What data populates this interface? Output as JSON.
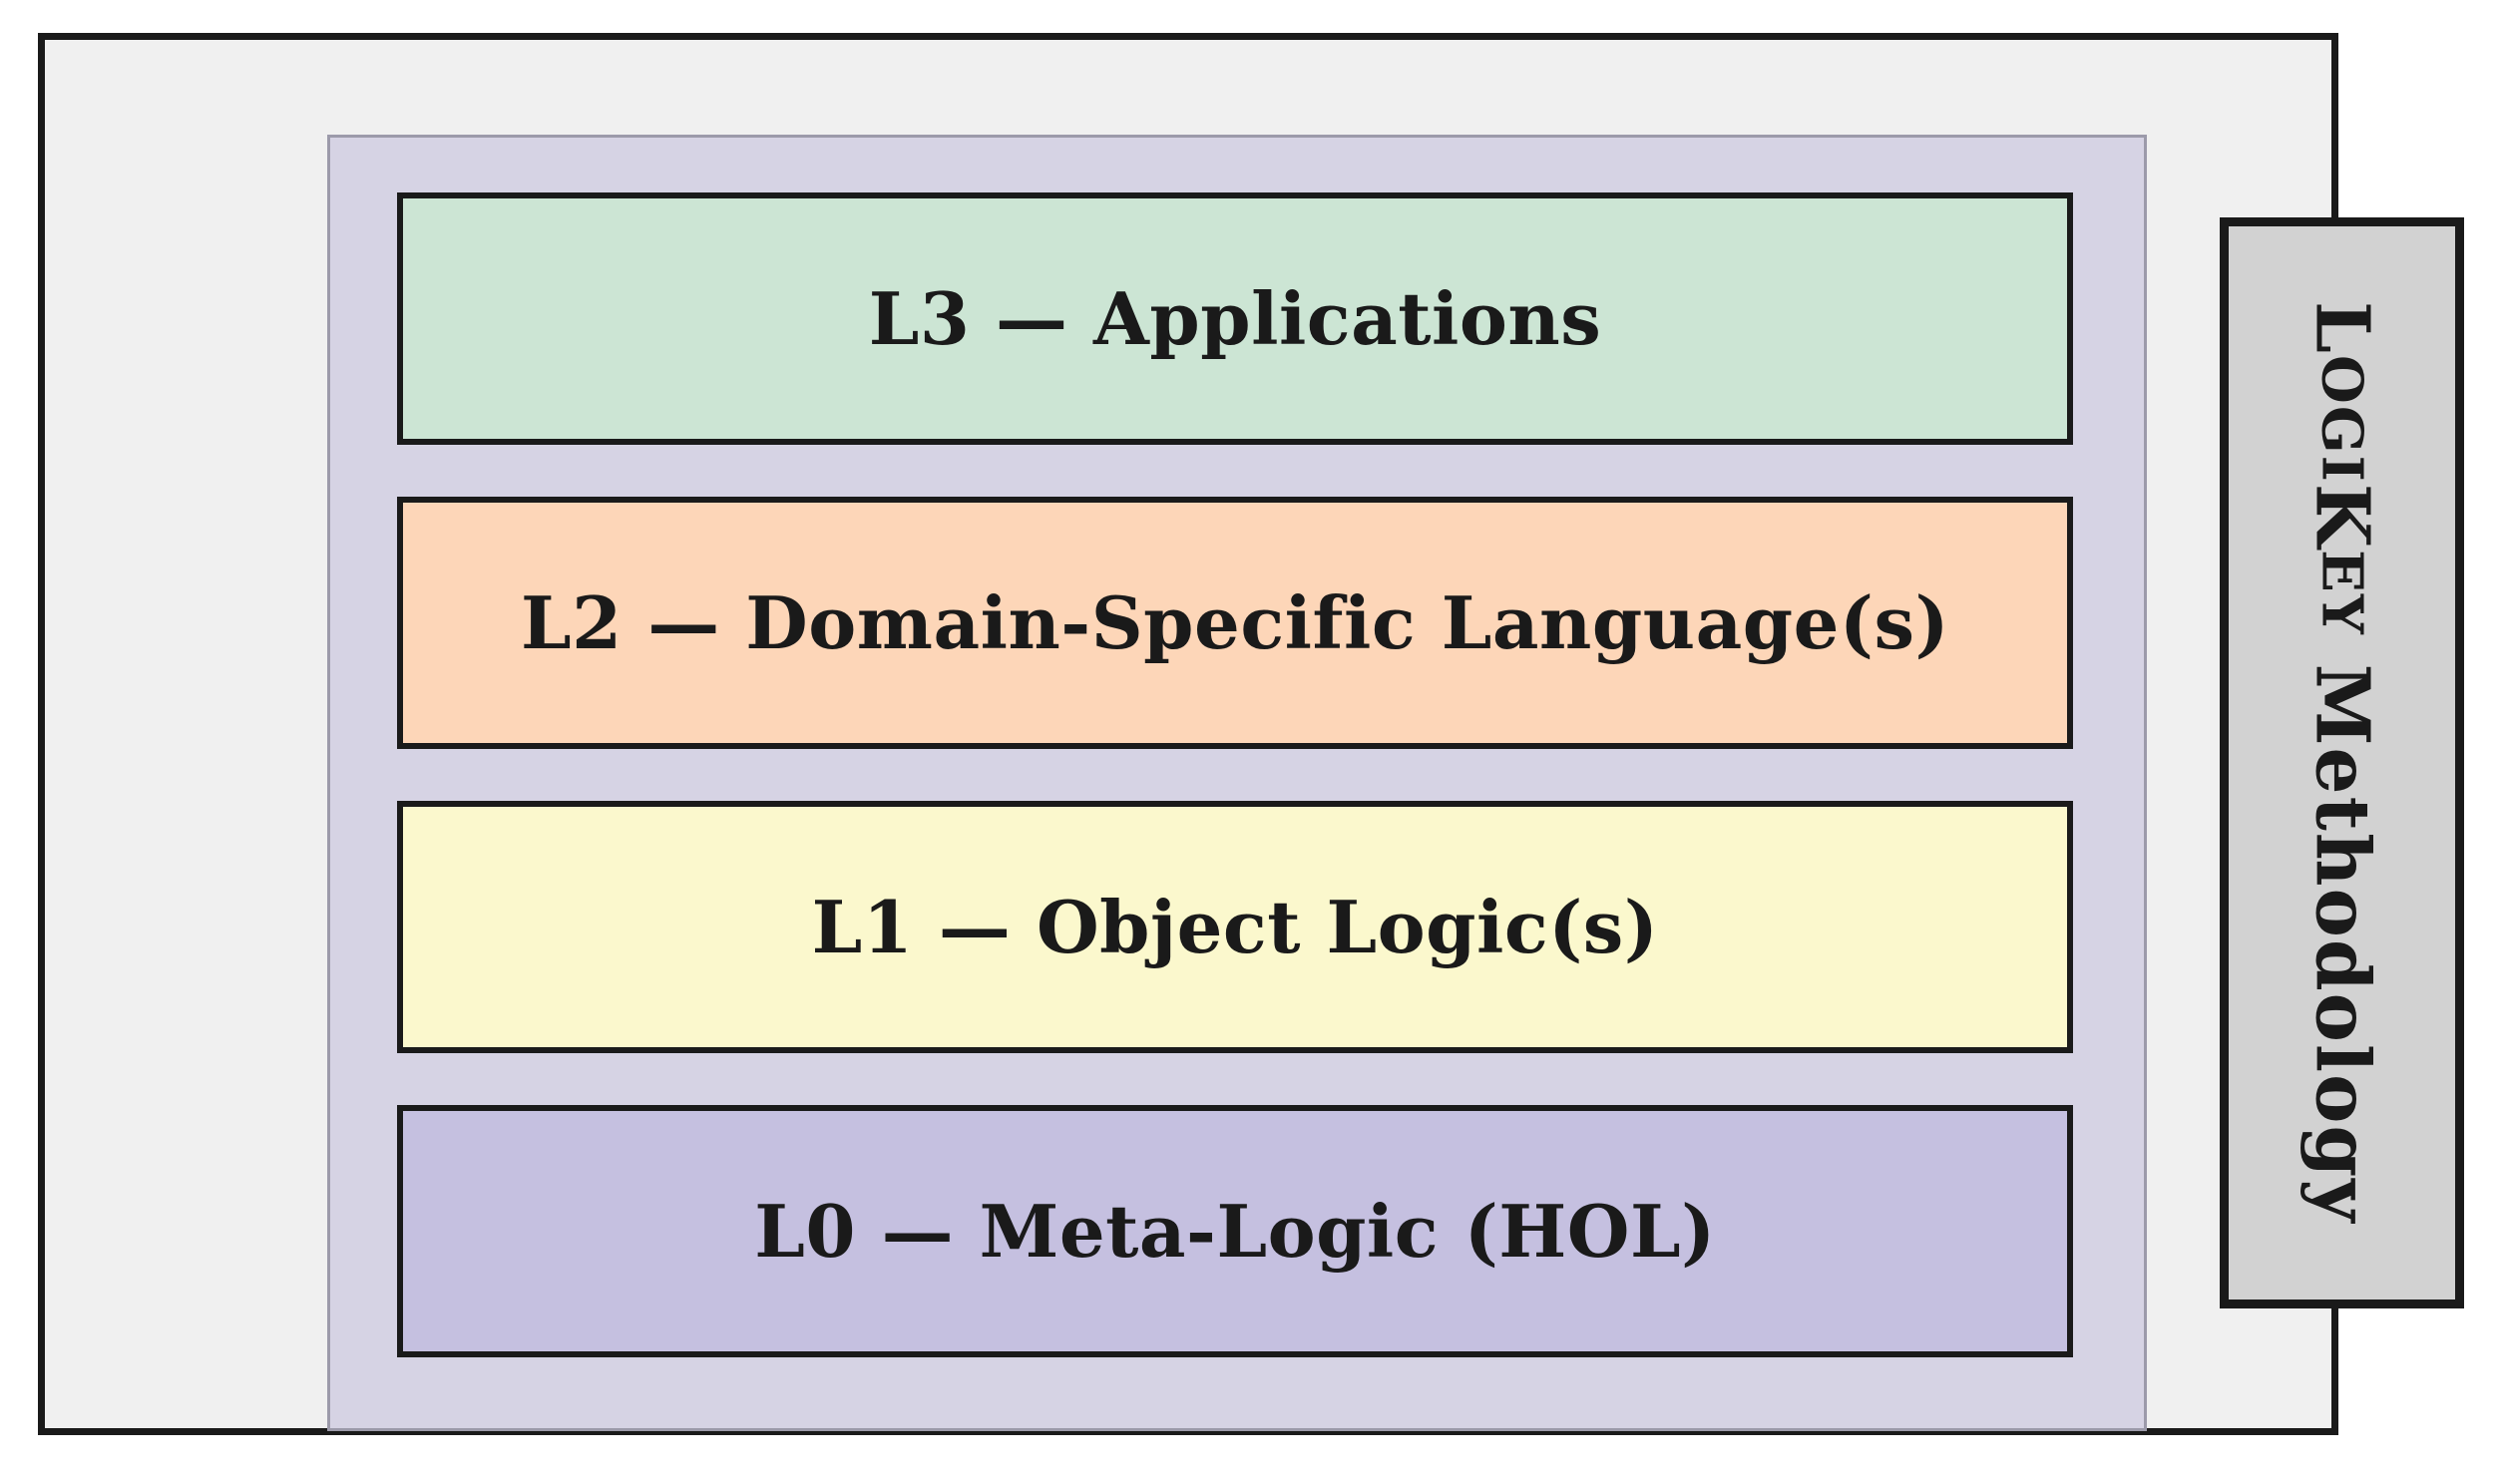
{
  "diagram": {
    "title": "LogiKEy Methodology layered architecture",
    "frame": {
      "background_color": "#f0f0f0",
      "border_color": "#1a1a1a"
    },
    "stack_panel": {
      "background_color": "#d6d3e4",
      "border_color": "#9c9aaa"
    },
    "layers": [
      {
        "id": "L3",
        "label": "L3 — Applications",
        "level_code": "L3",
        "name": "Applications",
        "fill_color": "#cce5d4",
        "border_color": "#1a1a1a"
      },
      {
        "id": "L2",
        "label": "L2 — Domain-Specific Language(s)",
        "level_code": "L2",
        "name": "Domain-Specific Language(s)",
        "fill_color": "#fdd6b8",
        "border_color": "#1a1a1a"
      },
      {
        "id": "L1",
        "label": "L1 — Object Logic(s)",
        "level_code": "L1",
        "name": "Object Logic(s)",
        "fill_color": "#fbf8cd",
        "border_color": "#1a1a1a"
      },
      {
        "id": "L0",
        "label": "L0 — Meta-Logic (HOL)",
        "level_code": "L0",
        "name": "Meta-Logic (HOL)",
        "fill_color": "#c5c0e0",
        "border_color": "#1a1a1a"
      }
    ],
    "side_tab": {
      "label": "LogiKEy Methodology",
      "label_lead_1": "L",
      "label_small_1": "OGI",
      "label_lead_2": "K",
      "label_small_2": "EY",
      "label_rest": " Methodology",
      "fill_color": "#d2d2d2",
      "border_color": "#1a1a1a",
      "orientation": "vertical"
    }
  }
}
